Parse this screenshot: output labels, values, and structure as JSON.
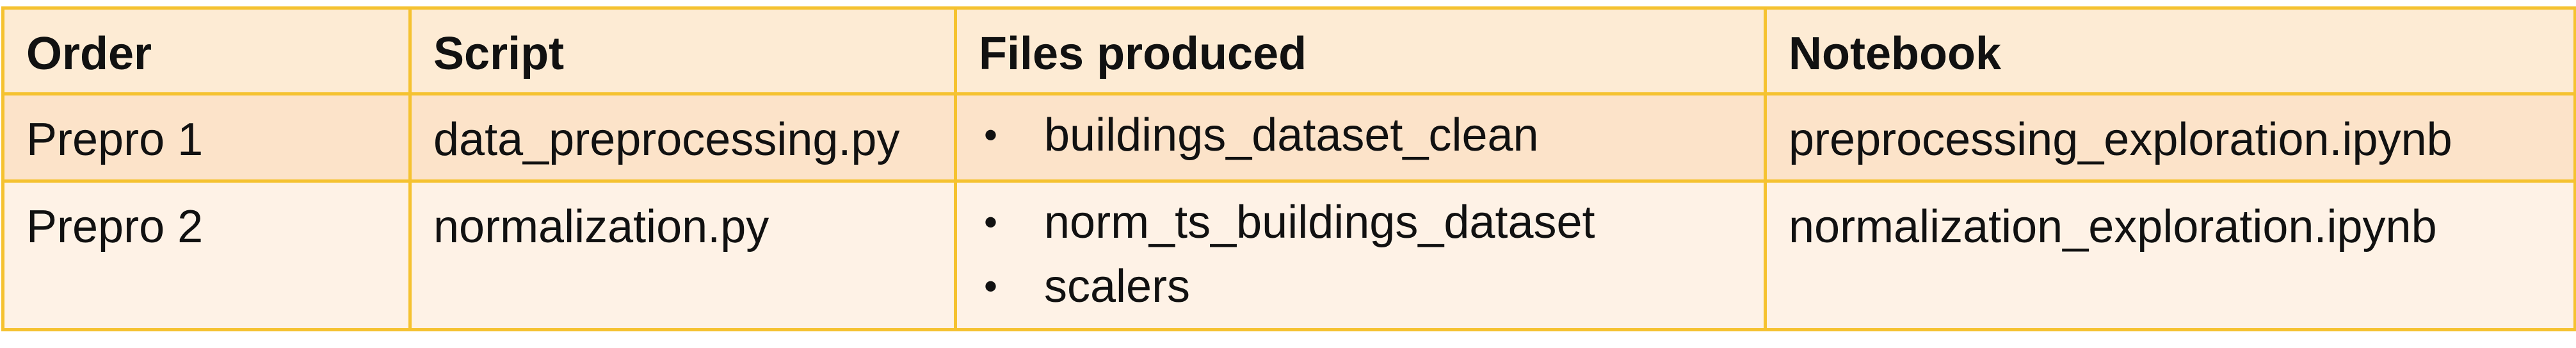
{
  "table": {
    "headers": [
      "Order",
      "Script",
      "Files produced",
      "Notebook"
    ],
    "rows": [
      {
        "order": "Prepro 1",
        "script": "data_preprocessing.py",
        "files": [
          "buildings_dataset_clean"
        ],
        "notebook": "preprocessing_exploration.ipynb"
      },
      {
        "order": "Prepro 2",
        "script": "normalization.py",
        "files": [
          "norm_ts_buildings_dataset",
          "scalers"
        ],
        "notebook": "normalization_exploration.ipynb"
      }
    ]
  },
  "colors": {
    "border": "#f5c230",
    "header_bg": "#fdebd4",
    "row_odd_bg": "#fce3c9",
    "row_even_bg": "#fef2e6"
  },
  "icons": {
    "bullet": "bullet-dot"
  }
}
